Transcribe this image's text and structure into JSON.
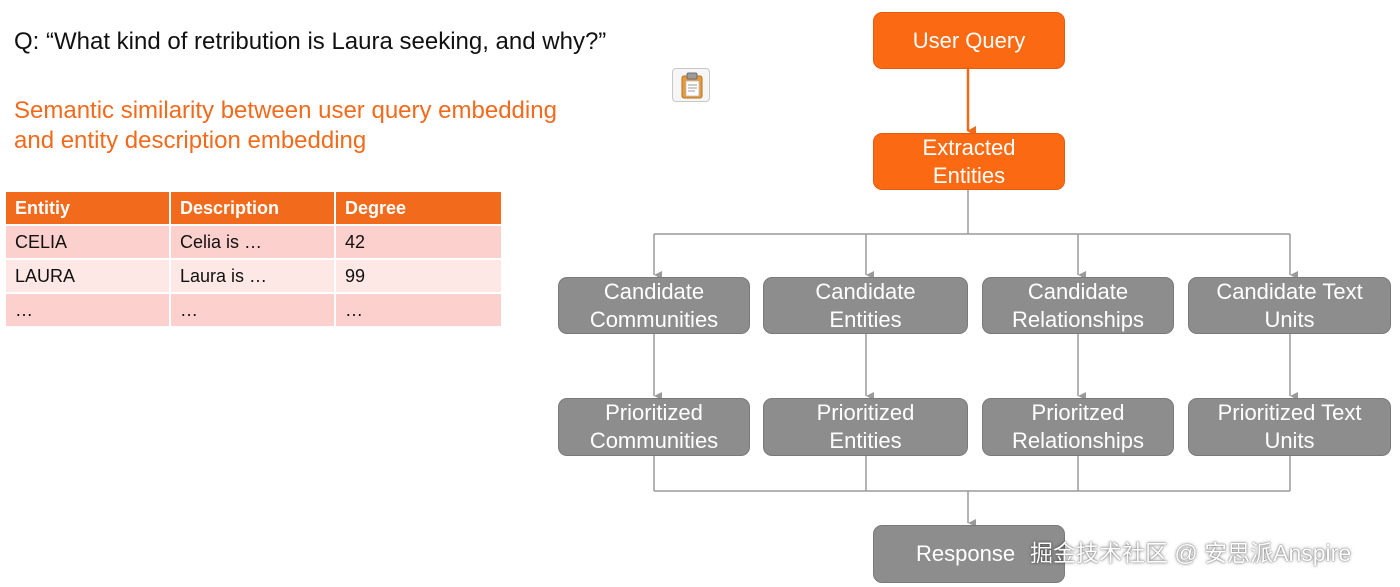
{
  "question": "Q: “What kind of retribution is Laura seeking, and why?”",
  "semantic_lines": [
    "Semantic similarity between user query embedding",
    "and entity description embedding"
  ],
  "table": {
    "headers": [
      "Entitiy",
      "Description",
      "Degree"
    ],
    "rows": [
      [
        "CELIA",
        "Celia is …",
        "42"
      ],
      [
        "LAURA",
        "Laura is …",
        "99"
      ],
      [
        "…",
        "…",
        "…"
      ]
    ]
  },
  "flow": {
    "user_query": "User Query",
    "extracted_entities": [
      "Extracted",
      "Entities"
    ],
    "candidates": [
      [
        "Candidate",
        "Communities"
      ],
      [
        "Candidate",
        "Entities"
      ],
      [
        "Candidate",
        "Relationships"
      ],
      [
        "Candidate Text",
        "Units"
      ]
    ],
    "prioritized": [
      [
        "Prioritized",
        "Communities"
      ],
      [
        "Prioritized",
        "Entities"
      ],
      [
        "Prioritzed",
        "Relationships"
      ],
      [
        "Prioritized Text",
        "Units"
      ]
    ],
    "response": "Response"
  },
  "watermark": "掘金技术社区 @ 安思派Anspire",
  "icons": {
    "clipboard": "clipboard-icon"
  },
  "colors": {
    "accent_orange": "#f26a1b",
    "node_orange": "#fb6a12",
    "node_gray": "#8d8d8d",
    "table_row_odd": "#fbd0cd",
    "table_row_even": "#fde8e6",
    "connector_gray": "#9a9a9a",
    "arrow_orange": "#f06a1a"
  }
}
